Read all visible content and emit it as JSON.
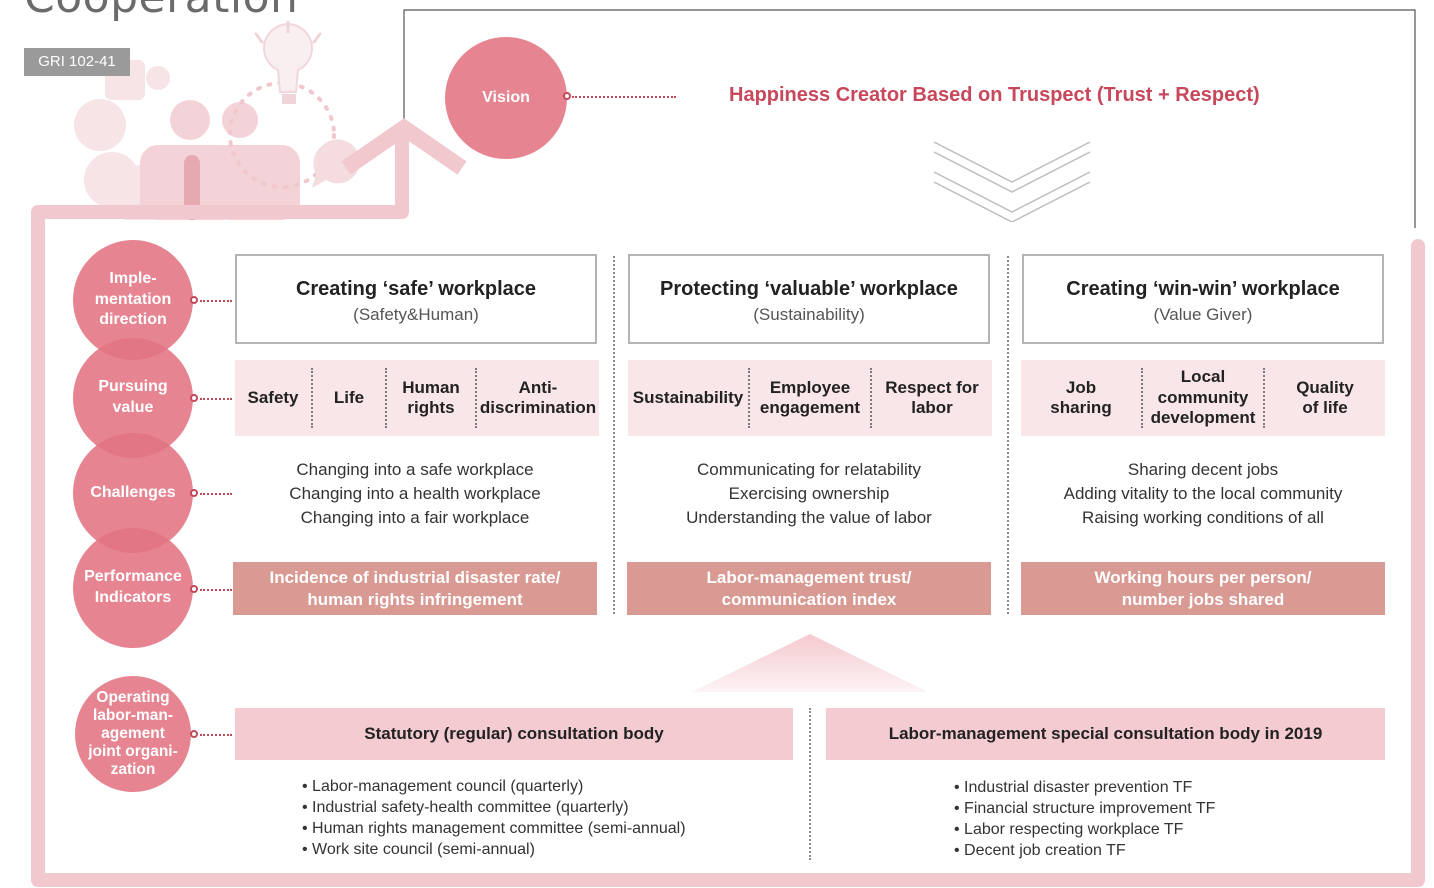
{
  "header": {
    "title": "Cooperation",
    "badge": "GRI 102-41"
  },
  "vision": {
    "label": "Vision",
    "text": "Happiness Creator Based on Truspect (Trust + Respect)"
  },
  "rows": {
    "implementation": "Imple-\nmentation\ndirection",
    "pursuing": "Pursuing\nvalue",
    "challenges": "Challenges",
    "performance": "Performance\nIndicators",
    "operating": "Operating\nlabor-man-\nagement\njoint organi-\nzation"
  },
  "columns": [
    {
      "title": "Creating ‘safe’ workplace",
      "subtitle": "(Safety&Human)",
      "values": [
        "Safety",
        "Life",
        "Human\nrights",
        "Anti-\ndiscrimination"
      ],
      "challenges": [
        "Changing into a safe workplace",
        "Changing into a health workplace",
        "Changing into a fair workplace"
      ],
      "indicator": [
        "Incidence of industrial disaster rate/",
        "human rights infringement"
      ]
    },
    {
      "title": "Protecting ‘valuable’ workplace",
      "subtitle": "(Sustainability)",
      "values": [
        "Sustainability",
        "Employee\nengagement",
        "Respect for\nlabor"
      ],
      "challenges": [
        "Communicating for relatability",
        "Exercising ownership",
        "Understanding the value of labor"
      ],
      "indicator": [
        "Labor-management trust/",
        "communication index"
      ]
    },
    {
      "title": "Creating ‘win-win’ workplace",
      "subtitle": "(Value Giver)",
      "values": [
        "Job\nsharing",
        "Local\ncommunity\ndevelopment",
        "Quality\nof life"
      ],
      "challenges": [
        "Sharing decent jobs",
        "Adding vitality to the local community",
        "Raising working conditions of all"
      ],
      "indicator": [
        "Working hours per person/",
        "number jobs shared"
      ]
    }
  ],
  "organizations": [
    {
      "title": "Statutory (regular) consultation body",
      "items": [
        "• Labor-management council (quarterly)",
        "• Industrial safety-health committee (quarterly)",
        "• Human rights management committee (semi-annual)",
        "• Work site council (semi-annual)"
      ]
    },
    {
      "title": "Labor-management special consultation body in 2019",
      "items": [
        "• Industrial disaster prevention TF",
        "• Financial structure improvement TF",
        "• Labor respecting workplace TF",
        "• Decent job creation TF"
      ]
    }
  ],
  "colors": {
    "accent": "#e27482",
    "accent_text": "#c8475a",
    "indicator": "#d99a93",
    "value_bg": "#f9e6e9",
    "org_bg": "#f3cbd1",
    "frame": "#f2c8cf"
  }
}
